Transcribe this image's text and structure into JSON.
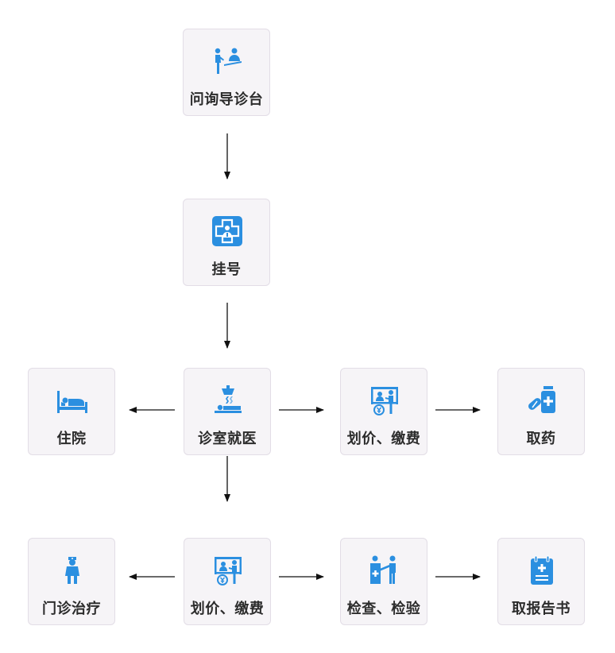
{
  "nodes": {
    "inquiry": {
      "label": "问询导诊台",
      "icon": "reception-desk-icon"
    },
    "register": {
      "label": "挂号",
      "icon": "registration-card-icon"
    },
    "consult": {
      "label": "诊室就医",
      "icon": "consultation-room-icon"
    },
    "hospitalize": {
      "label": "住院",
      "icon": "hospital-bed-icon"
    },
    "pay1": {
      "label": "划价、缴费",
      "icon": "payment-board-icon"
    },
    "medicine": {
      "label": "取药",
      "icon": "medicine-bottle-icon"
    },
    "outpatient": {
      "label": "门诊治疗",
      "icon": "nurse-icon"
    },
    "pay2": {
      "label": "划价、缴费",
      "icon": "payment-board-icon"
    },
    "exam": {
      "label": "检查、检验",
      "icon": "examination-icon"
    },
    "report": {
      "label": "取报告书",
      "icon": "report-clipboard-icon"
    }
  },
  "colors": {
    "icon": "#2b8fe0",
    "box": "#f6f4f7",
    "border": "#e2dde6",
    "arrow": "#111111"
  }
}
